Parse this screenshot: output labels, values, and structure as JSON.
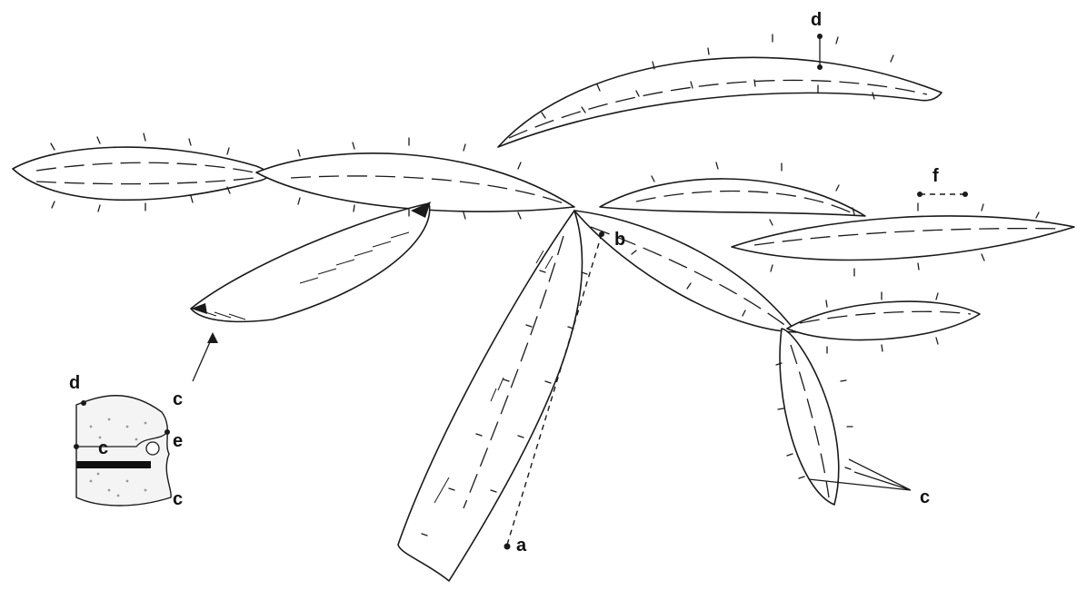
{
  "labels": {
    "a": "a",
    "b": "b",
    "c_main": "c",
    "d_top": "d",
    "f": "f",
    "inset_d": "d",
    "inset_c_top": "c",
    "inset_c_mid": "c",
    "inset_e": "e",
    "inset_c_bottom": "c"
  }
}
